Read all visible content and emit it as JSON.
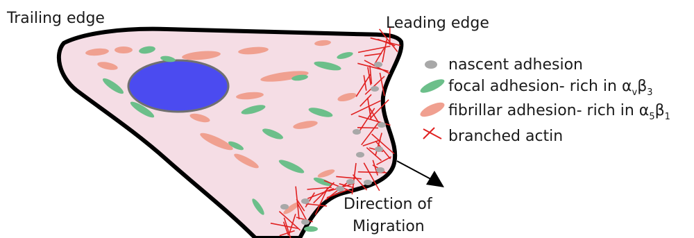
{
  "labels": {
    "trailing_edge": "Trailing edge",
    "leading_edge": "Leading edge",
    "direction_line1": "Direction of",
    "direction_line2": "Migration"
  },
  "legend": [
    {
      "key": "nascent",
      "base": "nascent adhesion",
      "alpha_sub": "",
      "beta_sub": ""
    },
    {
      "key": "focal",
      "base": "focal adhesion- rich in ",
      "alpha_sub": "v",
      "beta_sub": "3"
    },
    {
      "key": "fibrillar",
      "base": "fibrillar adhesion- rich in ",
      "alpha_sub": "5",
      "beta_sub": "1"
    },
    {
      "key": "actin",
      "base": "branched actin",
      "alpha_sub": "",
      "beta_sub": ""
    }
  ],
  "colors": {
    "cytoplasm": "#f5dde5",
    "membrane": "#000000",
    "nucleus": "#4b4bf0",
    "nucleus_outline": "#707070",
    "nascent": "#a8a8a8",
    "focal": "#6cbf8a",
    "fibrillar": "#f0a090",
    "actin": "#e02020"
  }
}
